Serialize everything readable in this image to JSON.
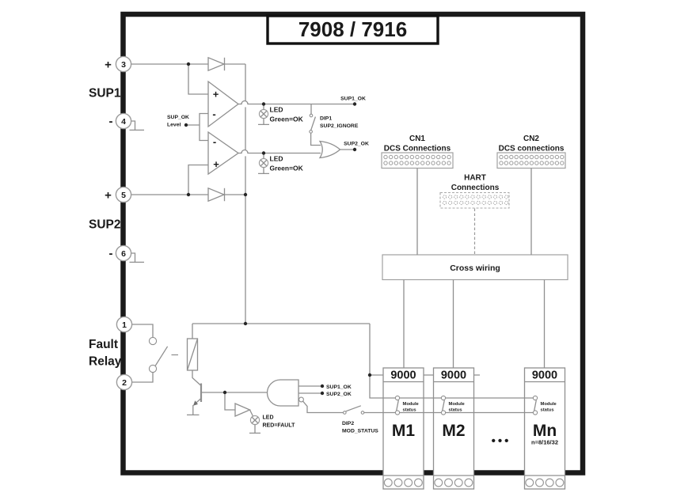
{
  "title": "7908 / 7916",
  "colors": {
    "wire": "#8f8f8f",
    "border": "#1a1a1a",
    "text": "#1a1a1a"
  },
  "left_panel": {
    "sup1": {
      "label": "SUP1",
      "plus": "+",
      "minus": "-",
      "plus_terminal": "3",
      "minus_terminal": "4"
    },
    "sup2": {
      "label": "SUP2",
      "plus": "+",
      "minus": "-",
      "plus_terminal": "5",
      "minus_terminal": "6"
    },
    "fault_relay": {
      "label_line1": "Fault",
      "label_line2": "Relay",
      "terminal_top": "1",
      "terminal_bottom": "2"
    }
  },
  "supervision": {
    "sup_ok_ref": {
      "line1": "SUP_OK",
      "line2": "Level"
    },
    "comparator_signs": {
      "comp1_top": "+",
      "comp1_bottom": "-",
      "comp2_top": "-",
      "comp2_bottom": "+"
    },
    "led_sup1": {
      "label": "LED",
      "meaning": "Green=OK"
    },
    "led_sup2": {
      "label": "LED",
      "meaning": "Green=OK"
    },
    "sup1_ok": "SUP1_OK",
    "sup2_ok": "SUP2_OK",
    "dip1": {
      "line1": "DIP1",
      "line2": "SUP2_IGNORE"
    }
  },
  "fault_logic": {
    "and_input1": "SUP1_OK",
    "and_input2": "SUP2_OK",
    "dip2": {
      "line1": "DIP2",
      "line2": "MOD_STATUS"
    },
    "led_fault": {
      "label": "LED",
      "meaning": "RED=FAULT"
    }
  },
  "connectors": {
    "cn1": {
      "name": "CN1",
      "desc": "DCS Connections"
    },
    "cn2": {
      "name": "CN2",
      "desc": "DCS connections"
    },
    "hart": {
      "line1": "HART",
      "line2": "Connections"
    },
    "cross_wiring": "Cross wiring"
  },
  "modules": {
    "bus_label": "9000",
    "status_line1": "Module",
    "status_line2": "status",
    "ellipsis": "•••",
    "items": [
      {
        "name": "M1"
      },
      {
        "name": "M2"
      },
      {
        "name": "Mn",
        "note": "n=8/16/32"
      }
    ]
  }
}
